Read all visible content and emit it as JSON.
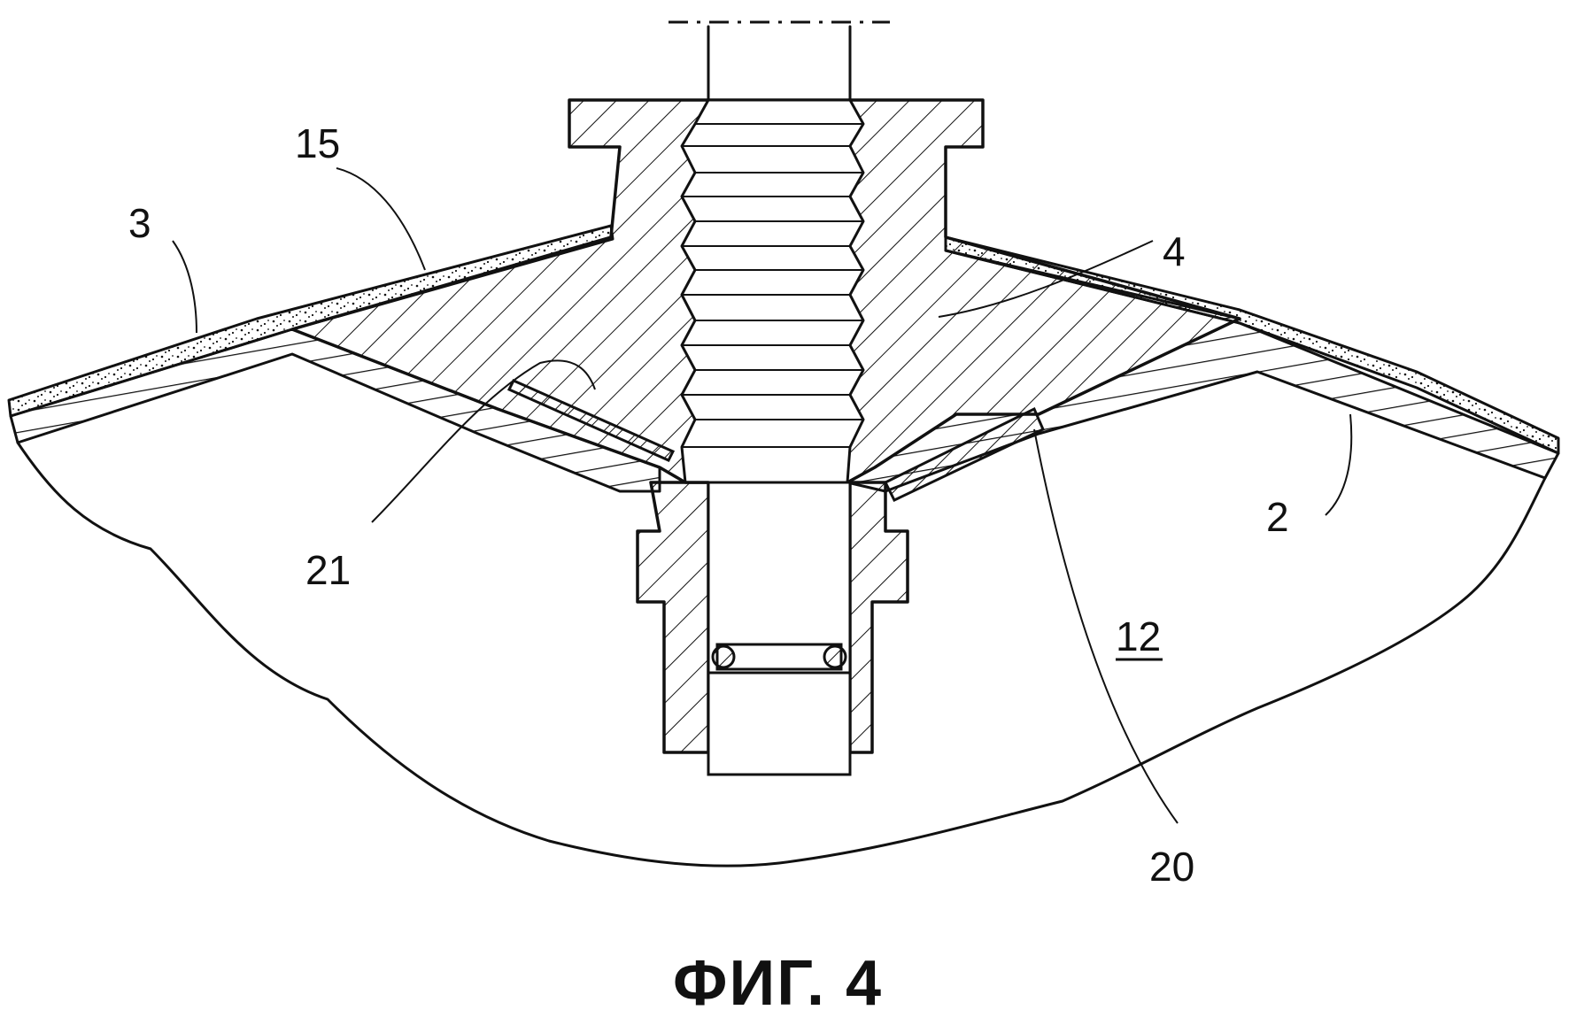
{
  "figure": {
    "caption": "ФИГ. 4",
    "labels": {
      "l3": "3",
      "l15": "15",
      "l4": "4",
      "l21": "21",
      "l2": "2",
      "l12": "12",
      "l20": "20"
    },
    "colors": {
      "ink": "#111111",
      "background": "#ffffff"
    }
  }
}
